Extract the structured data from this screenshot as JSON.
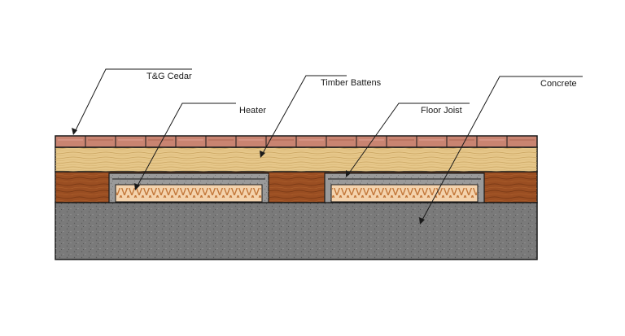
{
  "labels": {
    "cedar": "T&G Cedar",
    "battens": "Timber Battens",
    "heater": "Heater",
    "joist": "Floor Joist",
    "concrete": "Concrete"
  },
  "colors": {
    "cedar": "#c98471",
    "battens": "#e6c78a",
    "joist": "#9a4e22",
    "channel": "#9a9a9a",
    "heater": "#f4d3ad",
    "coil": "#c2773a",
    "concrete": "#7a7a7a",
    "outline": "#1a1a1a"
  }
}
